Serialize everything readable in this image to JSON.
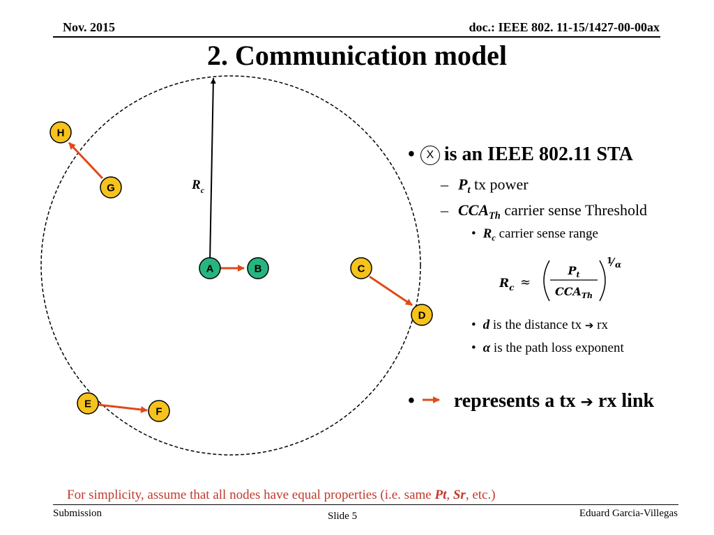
{
  "header": {
    "date": "Nov. 2015",
    "doc": "doc.: IEEE 802. 11-15/1427-00-00ax"
  },
  "title": "2. Communication model",
  "diagram": {
    "radius_label": "R",
    "radius_label_sub": "c",
    "nodes": [
      "A",
      "B",
      "C",
      "D",
      "E",
      "F",
      "G",
      "H"
    ],
    "links": [
      [
        "A",
        "B"
      ],
      [
        "C",
        "D"
      ],
      [
        "E",
        "F"
      ],
      [
        "G",
        "H"
      ]
    ],
    "colors": {
      "tx_node": "#27b57f",
      "node": "#f6c21c",
      "link": "#e04a18",
      "circle": "#000000"
    }
  },
  "bullets": {
    "sta": {
      "icon_letter": "X",
      "text": "is an IEEE 802.11 STA"
    },
    "pt": {
      "var": "P",
      "sub": "t",
      "text": "tx power"
    },
    "cca": {
      "var": "CCA",
      "sub": "Th",
      "text": "carrier sense Threshold"
    },
    "rc": {
      "var": "R",
      "sub": "c",
      "text": "carrier sense range"
    },
    "formula": {
      "lhs": "R",
      "lhs_sub": "c",
      "approx": "≈",
      "num": "P",
      "num_sub": "t",
      "den": "CCA",
      "den_sub": "Th",
      "exp_num": "1",
      "exp_den": "α"
    },
    "d": {
      "var": "d",
      "text": "is the distance tx",
      "arrow": "➔",
      "text2": "rx"
    },
    "alpha": {
      "var": "α",
      "text": "is the path loss exponent"
    },
    "link": {
      "text": "represents a tx",
      "arrow": "➔",
      "text2": "rx link"
    }
  },
  "note": {
    "prefix": "For simplicity, assume that all nodes have equal properties (i.e. same ",
    "pt": "Pt",
    "sep": ", ",
    "sr": "Sr",
    "suffix": ", etc.)"
  },
  "footer": {
    "left": "Submission",
    "center": "Slide 5",
    "right": "Eduard Garcia-Villegas"
  }
}
